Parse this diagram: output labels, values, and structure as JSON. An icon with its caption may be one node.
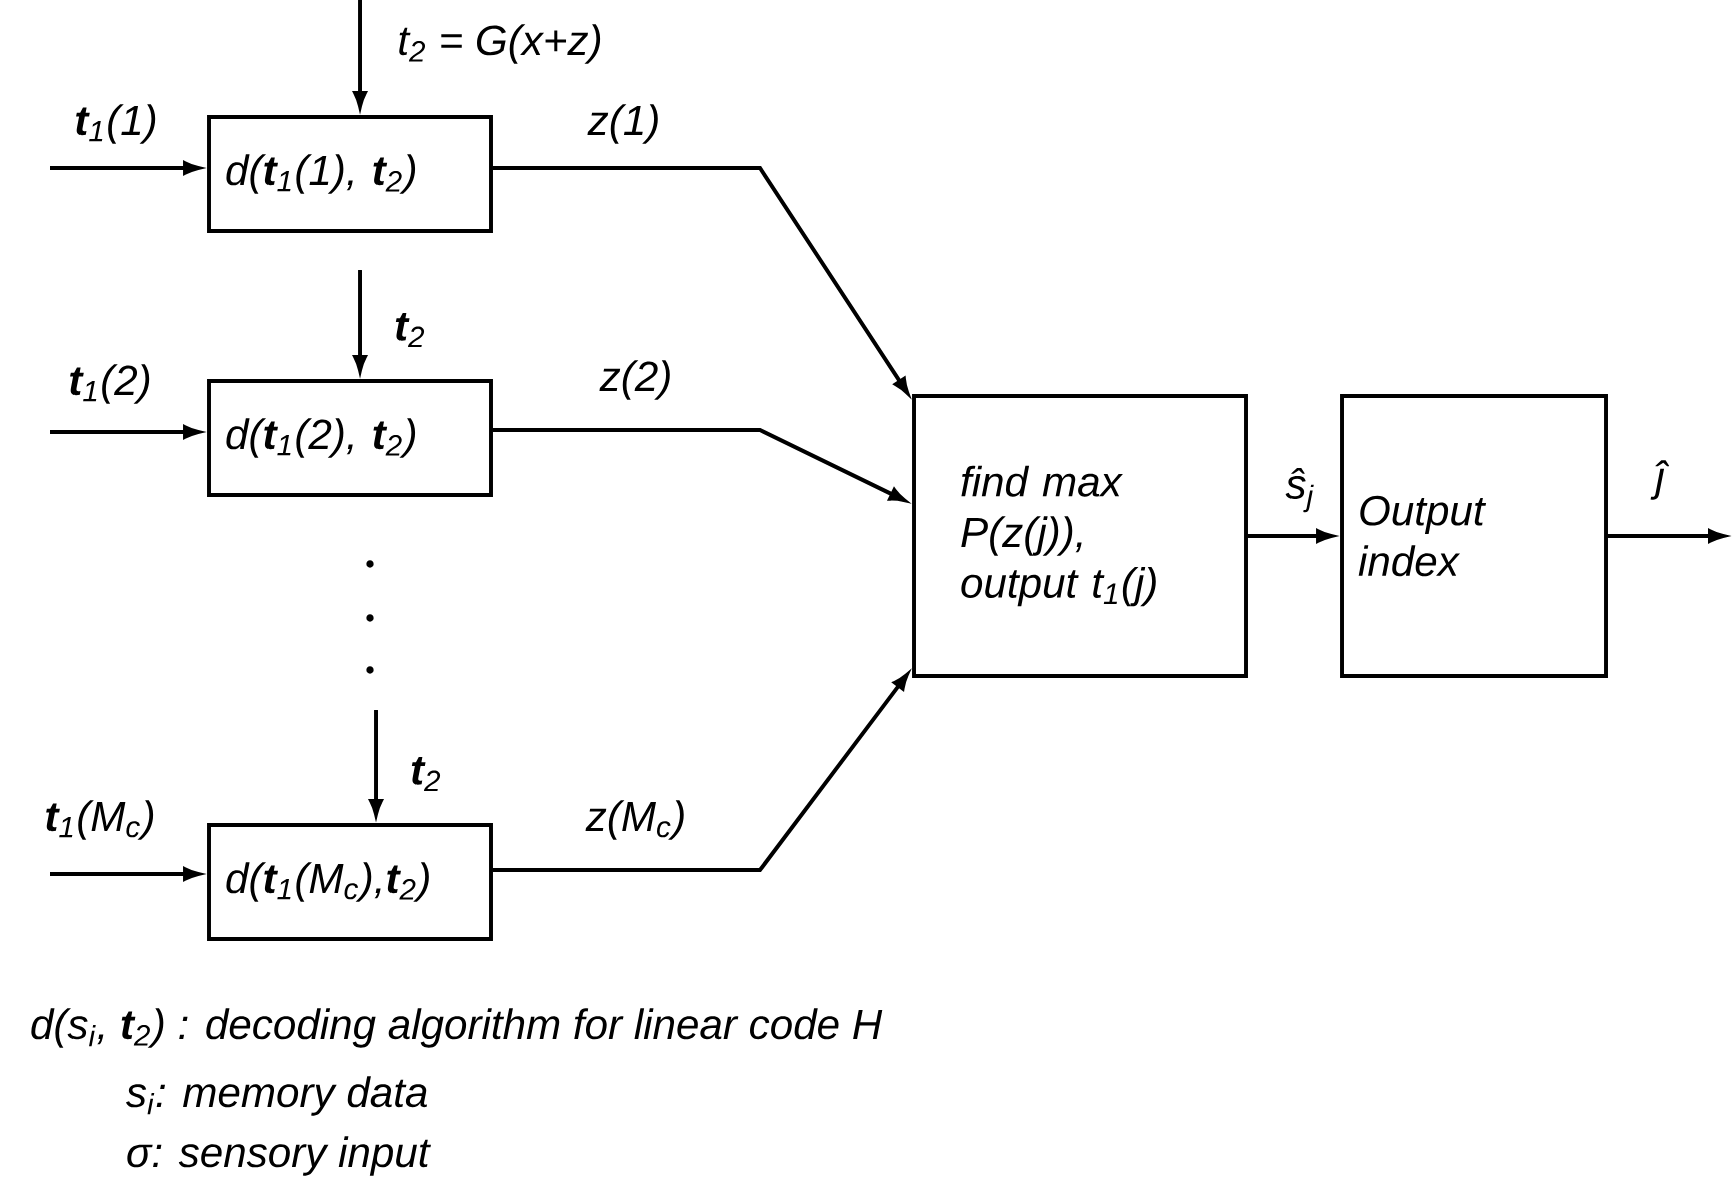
{
  "diagram": {
    "nodes": [
      {
        "text": [
          "d(**t**$_{1}$(1), **t**$_{2}$)"
        ]
      },
      {
        "text": [
          "d(**t**$_{1}$(2), **t**$_{2}$)"
        ]
      },
      {
        "text": [
          "d(**t**$_{1}$(M$_{c}$),**t**$_{2}$)"
        ]
      },
      {
        "text": [
          "find max P(z(j)), output t$_{1}$(j)"
        ]
      },
      {
        "text": [
          "Output index"
        ]
      }
    ],
    "edges": [
      {
        "from": null,
        "to": 0,
        "arrow": "to",
        "label": "**t**$_{1}$(1)"
      },
      {
        "from": null,
        "to": 0,
        "arrow": "to",
        "label": "t$_{2}$ = G(x+z)"
      },
      {
        "from": null,
        "to": 1,
        "arrow": "to",
        "label": "**t**$_{1}$(2)"
      },
      {
        "from": null,
        "to": 1,
        "arrow": "to",
        "label": "**t**$_{2}$"
      },
      {
        "from": null,
        "to": 2,
        "arrow": "to",
        "label": "**t**$_{1}$(M$_{c}$)"
      },
      {
        "from": null,
        "to": 2,
        "arrow": "to",
        "label": "**t**$_{2}$"
      },
      {
        "from": 0,
        "to": 3,
        "arrow": "to",
        "label": "z(1)"
      },
      {
        "from": 1,
        "to": 3,
        "arrow": "to",
        "label": "z(2)"
      },
      {
        "from": 2,
        "to": 3,
        "arrow": "to",
        "label": "z(M$_{c}$)"
      },
      {
        "from": 3,
        "to": 4,
        "arrow": "to",
        "label": "ŝ$_{j}$"
      },
      {
        "from": 4,
        "to": null,
        "arrow": "to",
        "label": "ĵ"
      }
    ],
    "labels": [
      "d(s$_{i}$, **t**$_{2}$) : decoding algorithm for linear code H",
      "s$_{i}$: memory data",
      "σ: sensory input"
    ]
  }
}
